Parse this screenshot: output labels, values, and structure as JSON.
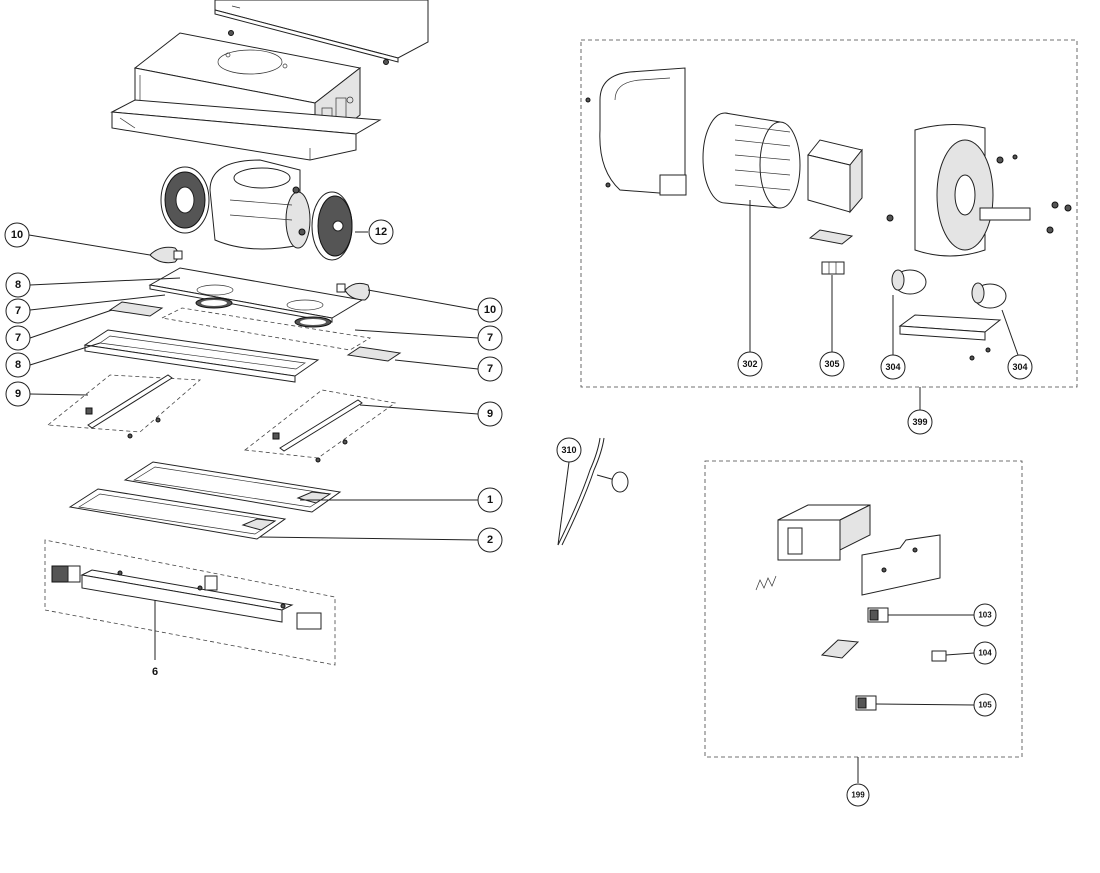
{
  "diagram": {
    "callouts": {
      "c1": "1",
      "c2": "2",
      "c6": "6",
      "c7a": "7",
      "c7b": "7",
      "c7c": "7",
      "c7d": "7",
      "c8a": "8",
      "c8b": "8",
      "c9a": "9",
      "c9b": "9",
      "c10a": "10",
      "c10b": "10",
      "c12": "12",
      "c302": "302",
      "c304a": "304",
      "c304b": "304",
      "c305": "305",
      "c399": "399",
      "c310": "310",
      "c103": "103",
      "c104": "104",
      "c105": "105",
      "c199": "199"
    }
  }
}
